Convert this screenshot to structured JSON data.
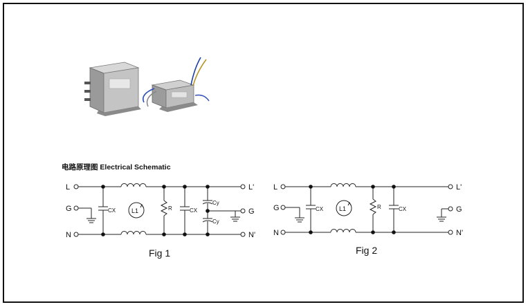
{
  "heading": "电路原理图 Electrical Schematic",
  "fig1": {
    "caption": "Fig 1",
    "in_line": "L",
    "in_ground": "G",
    "in_neutral": "N",
    "out_line": "L'",
    "out_ground": "G",
    "out_neutral": "N'",
    "inductor": "L1",
    "cx_in": "CX",
    "resistor": "R",
    "cx_out": "CX",
    "cy_top": "Cy",
    "cy_bottom": "Cy"
  },
  "fig2": {
    "caption": "Fig 2",
    "in_line": "L",
    "in_ground": "G",
    "in_neutral": "N",
    "out_line": "L'",
    "out_ground": "G",
    "out_neutral": "N'",
    "inductor": "L1",
    "cx_in": "CX",
    "resistor": "R",
    "cx_out": "CX"
  }
}
